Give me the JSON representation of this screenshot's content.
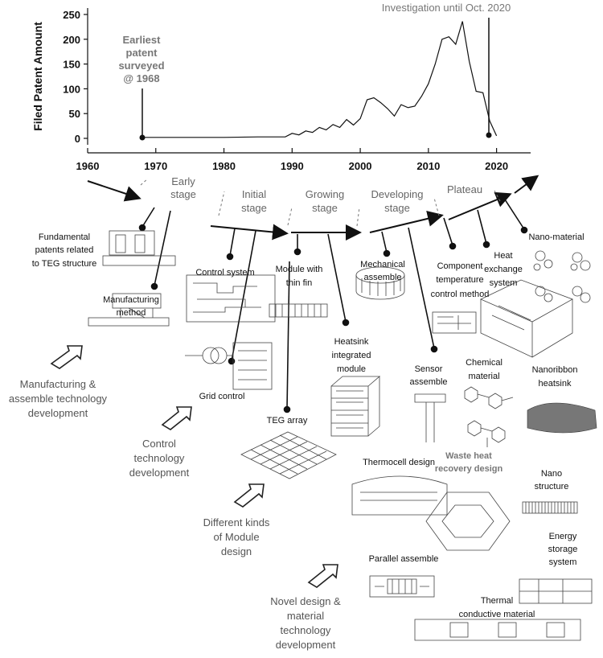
{
  "chart_data": {
    "type": "line",
    "ylabel": "Filed Patent Amount",
    "xlim": [
      1960,
      2025
    ],
    "ylim": [
      0,
      250
    ],
    "x_ticks": [
      1960,
      1970,
      1980,
      1990,
      2000,
      2010,
      2020
    ],
    "y_ticks": [
      0,
      50,
      100,
      150,
      200,
      250
    ],
    "series": [
      {
        "x": [
          1968,
          1970,
          1975,
          1980,
          1985,
          1989,
          1990,
          1991,
          1992,
          1993,
          1994,
          1995,
          1996,
          1997,
          1998,
          1999,
          2000,
          2001,
          2002,
          2003,
          2004,
          2005,
          2006,
          2007,
          2008,
          2009,
          2010,
          2011,
          2012,
          2013,
          2014,
          2015,
          2016,
          2017,
          2018,
          2019,
          2020
        ],
        "y": [
          2,
          2,
          2,
          2,
          3,
          3,
          10,
          7,
          15,
          12,
          22,
          17,
          28,
          22,
          38,
          27,
          40,
          78,
          82,
          72,
          60,
          45,
          68,
          62,
          65,
          85,
          110,
          150,
          200,
          205,
          190,
          236,
          155,
          95,
          92,
          35,
          5
        ]
      }
    ],
    "annotations": {
      "earliest_line1": "Earliest",
      "earliest_line2": "patent",
      "earliest_line3": "surveyed",
      "earliest_line4": "@ 1968",
      "investigation": "Investigation until Oct. 2020"
    }
  },
  "stages": [
    "Early",
    "stage",
    "Initial",
    "stage",
    "Growing",
    "stage",
    "Developing",
    "stage",
    "Plateau"
  ],
  "stage_labels": {
    "early_1": "Early",
    "early_2": "stage",
    "initial_1": "Initial",
    "initial_2": "stage",
    "growing_1": "Growing",
    "growing_2": "stage",
    "developing_1": "Developing",
    "developing_2": "stage",
    "plateau_1": "Plateau"
  },
  "tech_labels": {
    "fundamental_1": "Fundamental",
    "fundamental_2": "patents related",
    "fundamental_3": "to TEG structure",
    "manufacturing_1": "Manufacturing",
    "manufacturing_2": "method",
    "control_system": "Control system",
    "grid_control": "Grid control",
    "module_fin_1": "Module with",
    "module_fin_2": "thin fin",
    "heatsink_1": "Heatsink",
    "heatsink_2": "integrated",
    "heatsink_3": "module",
    "teg_array": "TEG array",
    "mechanical_1": "Mechanical",
    "mechanical_2": "assemble",
    "component_1": "Component",
    "component_2": "temperature",
    "component_3": "control method",
    "heat_exchange_1": "Heat",
    "heat_exchange_2": "exchange",
    "heat_exchange_3": "system",
    "nano_material": "Nano-material",
    "sensor_1": "Sensor",
    "sensor_2": "assemble",
    "chemical_1": "Chemical",
    "chemical_2": "material",
    "nanoribbon_1": "Nanoribbon",
    "nanoribbon_2": "heatsink",
    "thermocell": "Thermocell design",
    "waste_heat_1": "Waste heat",
    "waste_heat_2": "recovery design",
    "nano_structure_1": "Nano",
    "nano_structure_2": "structure",
    "parallel": "Parallel assemble",
    "energy_1": "Energy",
    "energy_2": "storage",
    "energy_3": "system",
    "thermal_1": "Thermal",
    "thermal_2": "conductive material"
  },
  "areas": {
    "manufacturing_1": "Manufacturing &",
    "manufacturing_2": "assemble technology",
    "manufacturing_3": "development",
    "control_1": "Control",
    "control_2": "technology",
    "control_3": "development",
    "module_1": "Different kinds",
    "module_2": "of Module",
    "module_3": "design",
    "novel_1": "Novel design &",
    "novel_2": "material",
    "novel_3": "technology",
    "novel_4": "development"
  },
  "colors": {
    "line": "#111111",
    "stage_text": "#666666",
    "annotation_text": "#777777"
  }
}
